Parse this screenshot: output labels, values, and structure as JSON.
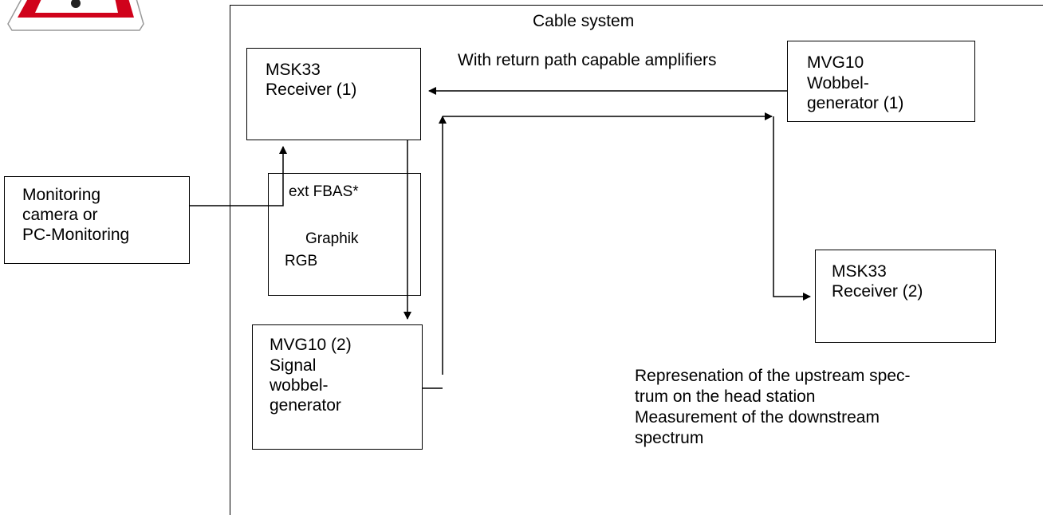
{
  "title": "Cable system",
  "return_path_label": "With return path capable amplifiers",
  "boxes": {
    "msk33_receiver_1": {
      "line1": "MSK33",
      "line2": "Receiver (1)"
    },
    "mvg10_wobbel_1": {
      "line1": "MVG10",
      "line2": "Wobbel-",
      "line3": "generator (1)"
    },
    "monitoring": {
      "line1": "Monitoring",
      "line2": "camera or",
      "line3": "PC-Monitoring"
    },
    "ext_fbas": {
      "line1": "ext FBAS*",
      "line2": "Graphik",
      "line3": "RGB"
    },
    "msk33_receiver_2": {
      "line1": "MSK33",
      "line2": "Receiver (2)"
    },
    "mvg10_2": {
      "line1": "MVG10 (2)",
      "line2": "Signal",
      "line3": "wobbel-",
      "line4": "generator"
    }
  },
  "note": {
    "line1": "Represenation of the upstream spec-",
    "line2": "trum on the head station",
    "line3": "Measurement of the downstream",
    "line4": "spectrum"
  },
  "colors": {
    "warning_red": "#d0021b",
    "stroke": "#000000"
  }
}
